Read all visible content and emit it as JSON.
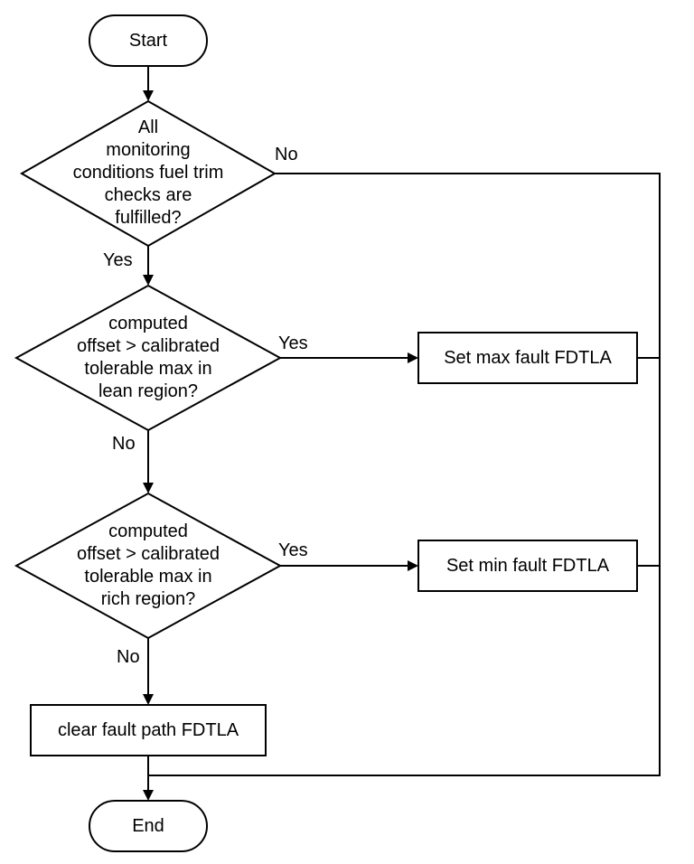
{
  "flowchart": {
    "start_label": "Start",
    "end_label": "End",
    "decision1": {
      "lines": [
        "All",
        "monitoring",
        "conditions fuel trim",
        "checks are",
        "fulfilled?"
      ],
      "no_label": "No",
      "yes_label": "Yes"
    },
    "decision2": {
      "lines": [
        "computed",
        "offset > calibrated",
        "tolerable max in",
        "lean region?"
      ],
      "yes_label": "Yes",
      "no_label": "No"
    },
    "decision3": {
      "lines": [
        "computed",
        "offset > calibrated",
        "tolerable max in",
        "rich region?"
      ],
      "yes_label": "Yes",
      "no_label": "No"
    },
    "process_max_fault": "Set max fault FDTLA",
    "process_min_fault": "Set min fault FDTLA",
    "process_clear_fault": "clear fault path FDTLA"
  }
}
